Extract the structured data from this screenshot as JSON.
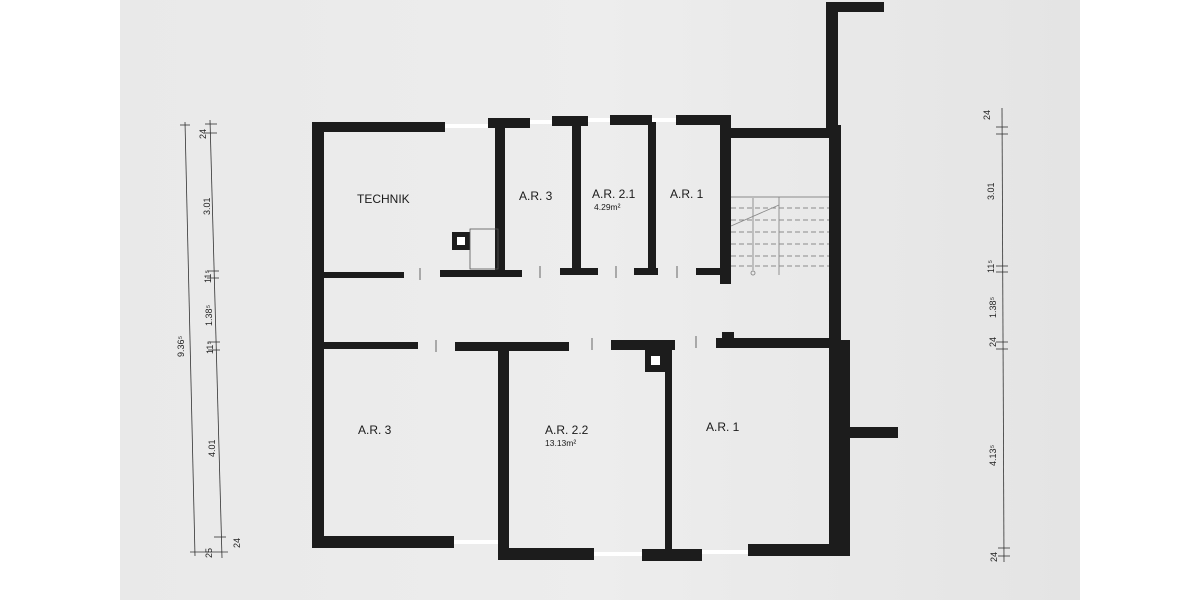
{
  "rooms": {
    "technik": "TECHNIK",
    "ar3_top": "A.R. 3",
    "ar21": "A.R. 2.1",
    "ar21_area": "4.29m²",
    "ar1_top": "A.R. 1",
    "ar3_bottom": "A.R. 3",
    "ar22": "A.R. 2.2",
    "ar22_area": "13.13m²",
    "ar1_bottom": "A.R. 1"
  },
  "dims_left": {
    "total": "9.36⁵",
    "d24_top": "24",
    "d301": "3.01",
    "d11_a": "11⁵",
    "d138": "1.38⁵",
    "d11_b": "11⁵",
    "d401": "4.01",
    "d25": "25",
    "d24_bottom": "24"
  },
  "dims_right": {
    "d24_top": "24",
    "d301": "3.01",
    "d11": "11⁵",
    "d138": "1.38⁵",
    "d24_mid": "24",
    "d413": "4.13⁵",
    "d24_bottom": "24"
  },
  "colors": {
    "wall": "#1c1c1c",
    "paper": "#e9e9e9",
    "stair": "#8a8a8a"
  }
}
